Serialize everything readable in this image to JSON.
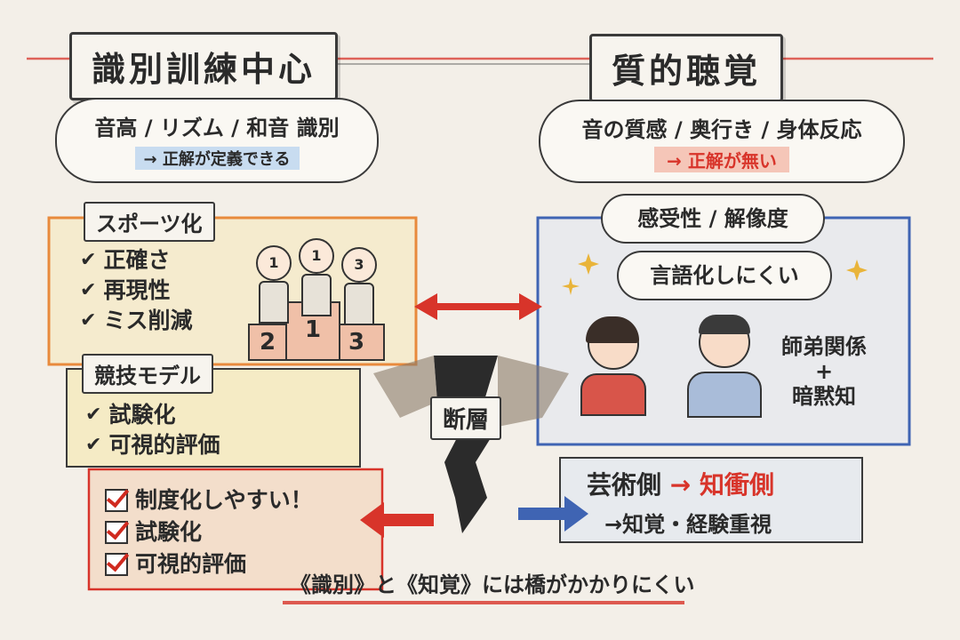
{
  "left": {
    "title": "識別訓練中心",
    "cloud_main": "音高 / リズム / 和音  識別",
    "cloud_sub": "→ 正解が定義できる",
    "sport_label": "スポーツ化",
    "sport_items": [
      "正確さ",
      "再現性",
      "ミス削減"
    ],
    "model_label": "競技モデル",
    "model_items": [
      "試験化",
      "可視的評価"
    ],
    "institution_items": [
      "制度化しやすい！",
      "試験化",
      "可視的評価"
    ],
    "podium_numbers": [
      "2",
      "1",
      "3"
    ],
    "figure_numbers": [
      "1",
      "1",
      "3"
    ]
  },
  "right": {
    "title": "質的聴覚",
    "cloud_main": "音の質感 / 奥行き / 身体反応",
    "cloud_sub": "→ 正解が無い",
    "cloud_sensitivity": "感受性 / 解像度",
    "cloud_verbal": "言語化しにくい",
    "relation_line1": "師弟関係",
    "relation_plus": "+",
    "relation_line2": "暗黙知",
    "shift_from": "芸術側",
    "shift_to": "知衝側",
    "shift_note": "→知覚・経験重視"
  },
  "center": {
    "fault_label": "断層"
  },
  "footer": {
    "caption": "《識別》と《知覚》には橋がかかりにくい"
  },
  "colors": {
    "red": "#d8342a",
    "blue": "#3f64b3",
    "orange": "#e88a3c",
    "yellow": "#f2d86a",
    "paper": "#f3efe8"
  }
}
